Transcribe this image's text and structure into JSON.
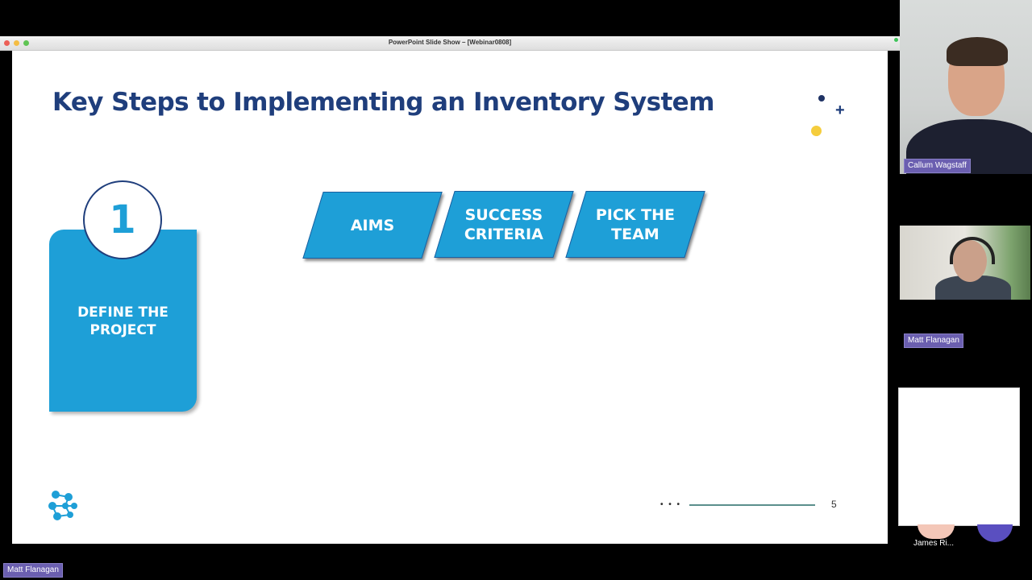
{
  "window": {
    "title": "PowerPoint Slide Show – [Webinar0808]"
  },
  "slide": {
    "title": "Key Steps to Implementing an Inventory System",
    "step": {
      "number": "1",
      "label": "DEFINE THE\nPROJECT"
    },
    "boxes": [
      {
        "label": "AIMS"
      },
      {
        "label": "SUCCESS\nCRITERIA"
      },
      {
        "label": "PICK THE\nTEAM"
      }
    ],
    "nav_dots": "• • •",
    "page_number": "5",
    "logo_icon": "company-logo-icon"
  },
  "participants": [
    {
      "name": "Callum Wagstaff"
    },
    {
      "name": "Matt Flanagan"
    },
    {
      "name": "James Ri..."
    }
  ],
  "presenter_label": "Matt Flanagan",
  "colors": {
    "title_navy": "#1f3e7c",
    "box_blue": "#1e9fd7",
    "accent_yellow": "#f5cd3d",
    "name_tag_purple": "#6b5fb0"
  }
}
